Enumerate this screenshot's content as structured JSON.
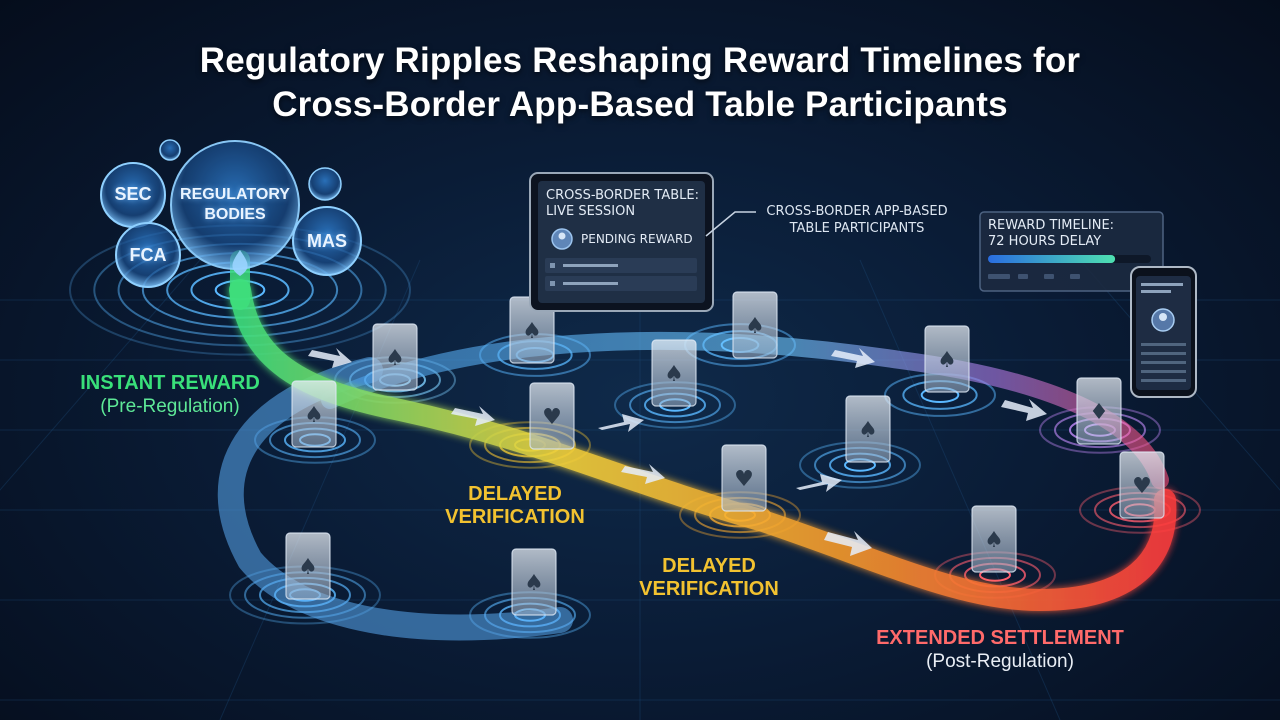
{
  "title": {
    "line1": "Regulatory Ripples Reshaping Reward Timelines for",
    "line2": "Cross-Border App-Based Table Participants"
  },
  "regulatory_bodies": {
    "main": [
      "REGULATORY",
      "BODIES"
    ],
    "sec": "SEC",
    "fca": "FCA",
    "mas": "MAS"
  },
  "stages": {
    "instant": {
      "label": "INSTANT REWARD",
      "sub": "(Pre-Regulation)",
      "color": "#39e07a"
    },
    "delayed1": {
      "label_line1": "DELAYED",
      "label_line2": "VERIFICATION",
      "color": "#f2c230"
    },
    "delayed2": {
      "label_line1": "DELAYED",
      "label_line2": "VERIFICATION",
      "color": "#f2c230"
    },
    "extended": {
      "label": "EXTENDED SETTLEMENT",
      "sub": "(Post-Regulation)",
      "color": "#ff6a6a"
    }
  },
  "tablet": {
    "title_line1": "CROSS-BORDER TABLE:",
    "title_line2": "LIVE SESSION",
    "status": "PENDING REWARD"
  },
  "callout": {
    "line1": "CROSS-BORDER APP-BASED",
    "line2": "TABLE PARTICIPANTS"
  },
  "reward_panel": {
    "line1": "REWARD TIMELINE:",
    "line2": "72 HOURS DELAY",
    "progress": 0.78
  },
  "colors": {
    "ripple": "#5ab8ff",
    "accent_green": "#39e07a",
    "accent_yellow": "#f2c230",
    "accent_red": "#ff4d4d"
  }
}
